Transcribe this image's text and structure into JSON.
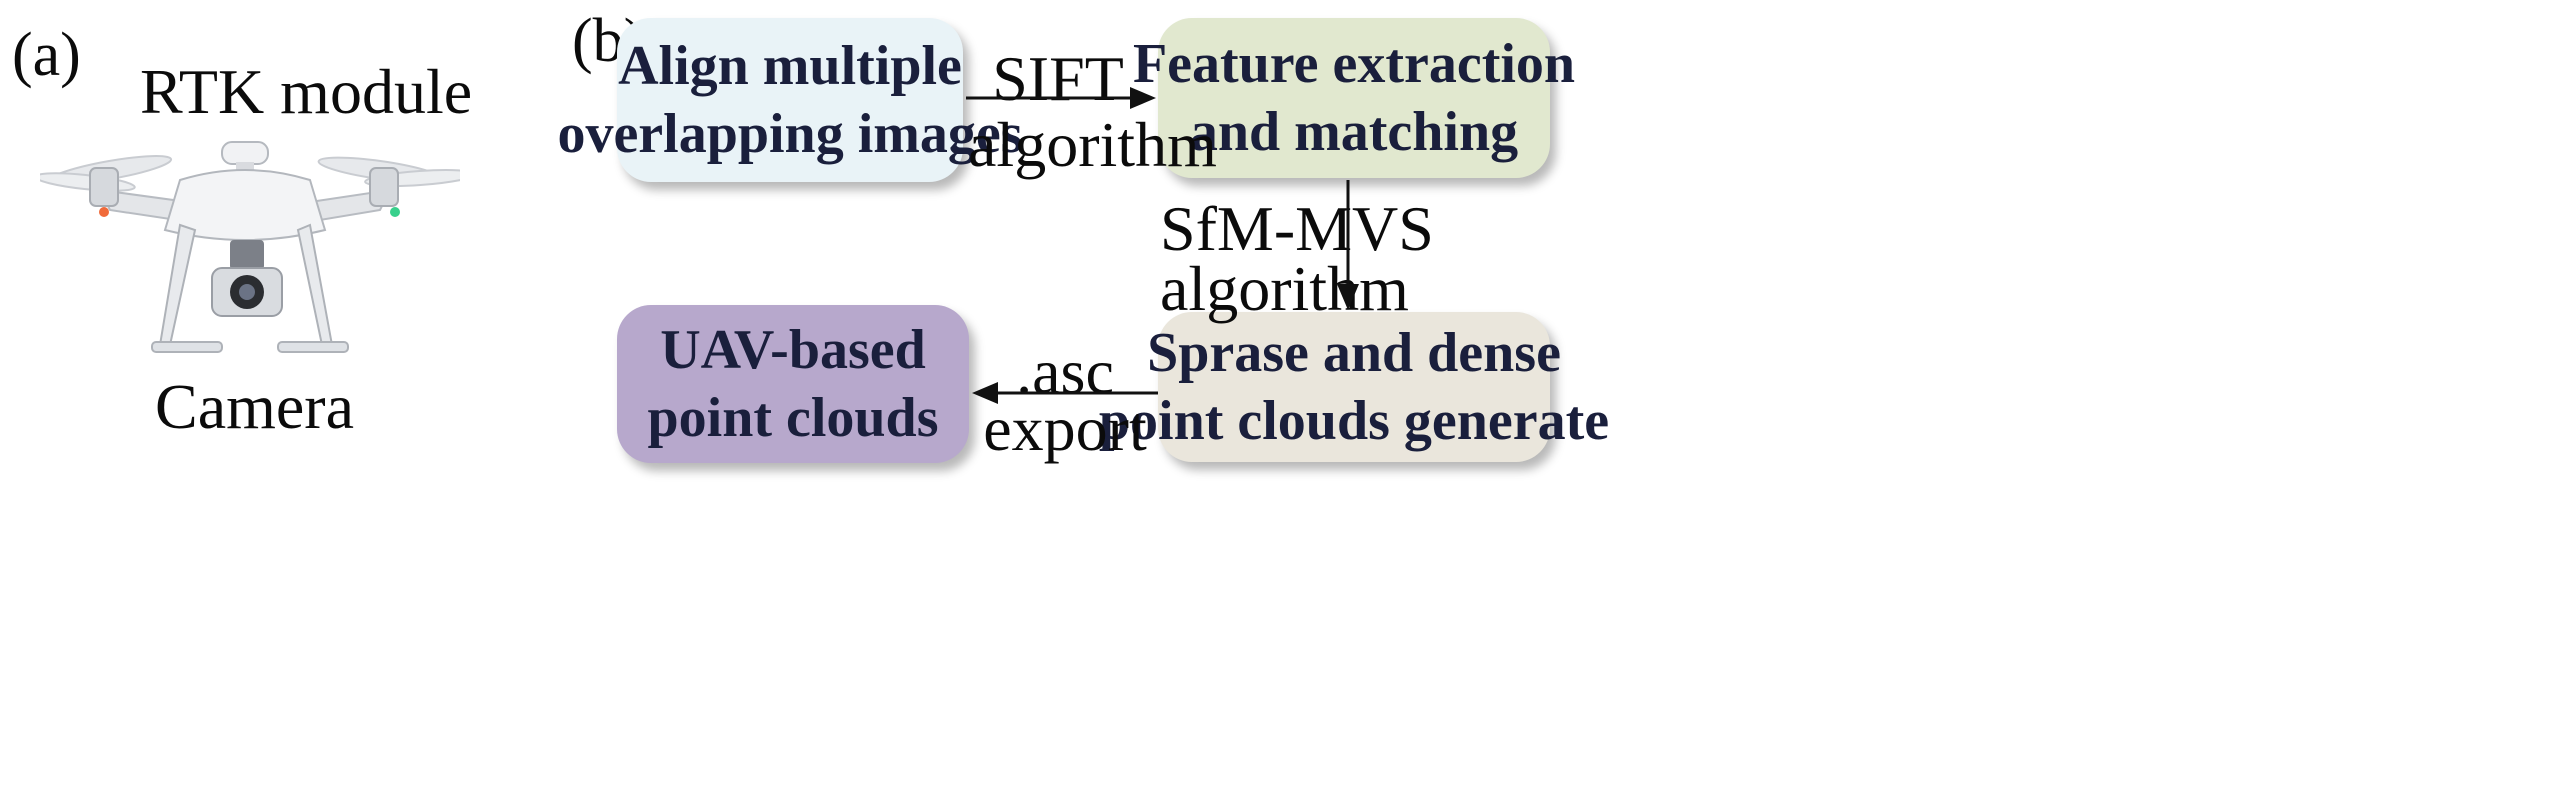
{
  "panel_a": {
    "label": "(a)",
    "rtk_label": "RTK module",
    "camera_label": "Camera",
    "drone_icon": "uav-drone-icon"
  },
  "panel_b": {
    "label": "(b)",
    "boxes": [
      {
        "id": "align",
        "lines": [
          "Align multiple",
          "overlapping images"
        ],
        "fill": "#e9f3f7"
      },
      {
        "id": "feature",
        "lines": [
          "Feature extraction",
          "and matching"
        ],
        "fill": "#e1e8cf"
      },
      {
        "id": "sparse",
        "lines": [
          "Sprase and dense",
          "point clouds generate"
        ],
        "fill": "#eae6dc"
      },
      {
        "id": "uav",
        "lines": [
          "UAV-based",
          "point clouds"
        ],
        "fill": "#b7a8cc"
      }
    ],
    "arrows": [
      {
        "from": "align",
        "to": "feature",
        "label": [
          "SIFT",
          "algorithm"
        ]
      },
      {
        "from": "feature",
        "to": "sparse",
        "label": [
          "SfM-MVS",
          "algorithm"
        ]
      },
      {
        "from": "sparse",
        "to": "uav",
        "label": [
          ".asc",
          "export"
        ]
      }
    ]
  }
}
